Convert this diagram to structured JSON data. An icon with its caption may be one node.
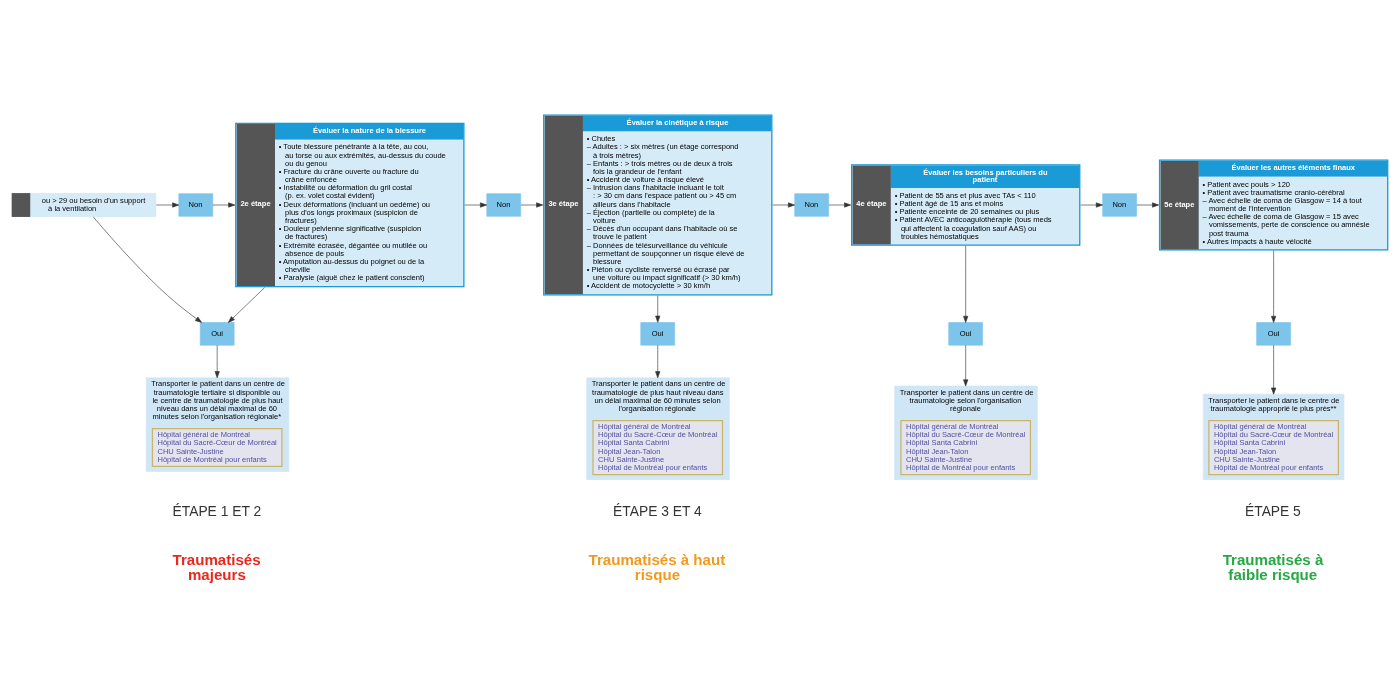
{
  "diagram": {
    "nodes": [
      {
        "text": [
          "ou > 29 ou besoin d'un support à la ventilation"
        ]
      },
      {
        "text": [
          "Non"
        ]
      },
      {
        "text": [
          "2e étape",
          "Évaluer la nature de la blessure",
          "• Toute blessure pénétrante à la tête, au cou, au torse ou aux extrémités, au-dessus du coude ou du genou",
          "• Fracture du crâne ouverte ou fracture du crâne enfoncée",
          "• Instabilité ou déformation du gril costal (p. ex. volet costal évident)",
          "• Deux déformations (incluant un oedème) ou plus d'os longs proximaux (suspicion de fractures)",
          "• Douleur pelvienne significative (suspicion de fractures)",
          "• Extrémité écrasée, dégantée ou mutilée ou absence de pouls",
          "• Amputation au-dessus du poignet ou de la cheville",
          "• Paralysie (aiguë chez le patient conscient)"
        ]
      },
      {
        "text": [
          "Oui"
        ]
      },
      {
        "text": [
          "Transporter le patient dans un centre de traumatologie tertiaire si disponible ou le centre de traumatologie de plus haut niveau dans un délai maximal de 60 minutes selon l'organisation régionale*"
        ]
      },
      {
        "text": [
          "Hôpital général de Montréal",
          "Hôpital du Sacré-Cœur de Montréal",
          "CHU Sainte-Justine",
          "Hôpital de Montréal pour enfants"
        ],
        "in": 4
      },
      {
        "text": [
          "Non"
        ]
      },
      {
        "text": [
          "3e étape",
          "Évaluer la cinétique à risque",
          "• Chutes",
          "– Adultes : > six mètres (un étage correspond à trois mètres)",
          "– Enfants : > trois mètres ou de deux à trois fois la grandeur de l'enfant",
          "• Accident de voiture à risque élevé",
          "– Intrusion dans l'habitacle incluant le toit : > 30 cm dans l'espace patient ou > 45 cm ailleurs dans l'habitacle",
          "– Éjection (partielle ou complète) de la voiture",
          "– Décès d'un occupant dans l'habitacle où se trouve le patient",
          "– Données de télésurveillance du véhicule permettant de soupçonner un risque élevé de blessure",
          "• Piéton ou cycliste renversé ou écrasé par une voiture ou impact significatif (> 30 km/h)",
          "• Accident de motocyclette > 30 km/h"
        ]
      },
      {
        "text": [
          "Oui"
        ]
      },
      {
        "text": [
          "Transporter le patient dans un centre de traumatologie de plus haut niveau dans un délai maximal de 60 minutes selon l'organisation régionale"
        ]
      },
      {
        "text": [
          "Hôpital général de Montréal",
          "Hôpital du Sacré-Cœur de Montréal",
          "Hôpital Santa Cabrini",
          "Hôpital Jean-Talon",
          "CHU Sainte-Justine",
          "Hôpital de Montréal pour enfants"
        ],
        "in": 9
      },
      {
        "text": [
          "Non"
        ]
      },
      {
        "text": [
          "4e étape",
          "Évaluer les besoins particuliers du patient",
          "• Patient de 55 ans et plus avec TAs < 110",
          "• Patient âgé de 15 ans et moins",
          "• Patiente enceinte de 20 semaines ou plus",
          "• Patient AVEC anticoagulothérapie (tous meds qui affectent la coagulation sauf AAS) ou troubles hémostatiques"
        ]
      },
      {
        "text": [
          "Oui"
        ]
      },
      {
        "text": [
          "Transporter le patient dans un centre de traumatologie selon l'organisation régionale"
        ]
      },
      {
        "text": [
          "Hôpital général de Montréal",
          "Hôpital du Sacré-Cœur de Montréal",
          "Hôpital Santa Cabrini",
          "Hôpital Jean-Talon",
          "CHU Sainte-Justine",
          "Hôpital de Montréal pour enfants"
        ],
        "in": 14
      },
      {
        "text": [
          "Non"
        ]
      },
      {
        "text": [
          "5e étape",
          "Évaluer les autres éléments finaux",
          "• Patient avec pouls > 120",
          "• Patient avec traumatisme cranio-cérébral",
          "– Avec échelle de coma de Glasgow = 14 à tout moment de l'intervention",
          "– Avec échelle de coma de Glasgow = 15 avec vomissements, perte de conscience ou amnésie post trauma",
          "• Autres impacts à haute vélocité"
        ]
      },
      {
        "text": [
          "Oui"
        ]
      },
      {
        "text": [
          "Transporter le patient dans le centre de traumatologie approprié le plus près**"
        ]
      },
      {
        "text": [
          "Hôpital général de Montréal",
          "Hôpital du Sacré-Cœur de Montréal",
          "Hôpital Santa Cabrini",
          "Hôpital Jean-Talon",
          "CHU Sainte-Justine",
          "Hôpital de Montréal pour enfants"
        ],
        "in": 19
      }
    ],
    "edges": [
      {
        "from": 0,
        "to": 1,
        "arrow": "to"
      },
      {
        "from": 1,
        "to": 2,
        "arrow": "to"
      },
      {
        "from": 0,
        "to": 3,
        "arrow": "to"
      },
      {
        "from": 2,
        "to": 3,
        "arrow": "to"
      },
      {
        "from": 3,
        "to": 4,
        "arrow": "to"
      },
      {
        "from": 2,
        "to": 6,
        "arrow": "to"
      },
      {
        "from": 6,
        "to": 7,
        "arrow": "to"
      },
      {
        "from": 7,
        "to": 8,
        "arrow": "to"
      },
      {
        "from": 8,
        "to": 9,
        "arrow": "to"
      },
      {
        "from": 7,
        "to": 11,
        "arrow": "to"
      },
      {
        "from": 11,
        "to": 12,
        "arrow": "to"
      },
      {
        "from": 12,
        "to": 13,
        "arrow": "to"
      },
      {
        "from": 13,
        "to": 14,
        "arrow": "to"
      },
      {
        "from": 12,
        "to": 16,
        "arrow": "to"
      },
      {
        "from": 16,
        "to": 17,
        "arrow": "to"
      },
      {
        "from": 17,
        "to": 18,
        "arrow": "to"
      },
      {
        "from": 18,
        "to": 19,
        "arrow": "to"
      }
    ],
    "labels": [
      "ÉTAPE 1 ET 2",
      "Traumatisés majeurs",
      "ÉTAPE 3 ET 4",
      "Traumatisés à haut risque",
      "ÉTAPE 5",
      "Traumatisés à faible risque"
    ]
  }
}
